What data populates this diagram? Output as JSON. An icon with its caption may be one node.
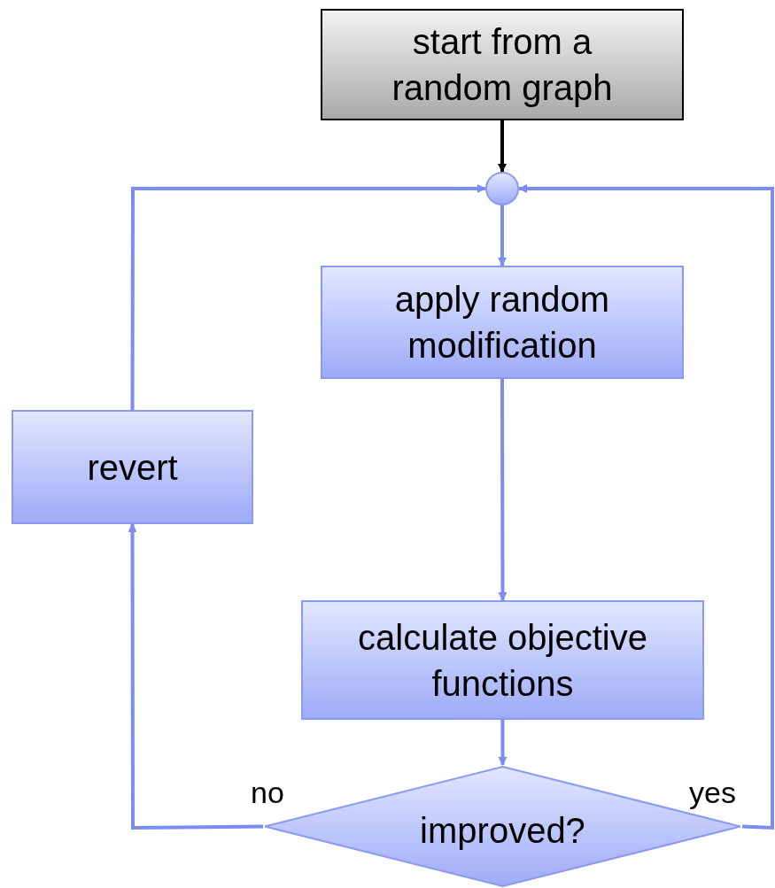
{
  "diagram": {
    "nodes": [
      {
        "text": [
          "start from a random graph"
        ]
      },
      {
        "text": [],
        "shape": "circle"
      },
      {
        "text": [
          "apply random modification"
        ]
      },
      {
        "text": [
          "revert"
        ]
      },
      {
        "text": [
          "calculate objective functions"
        ]
      },
      {
        "text": [
          "improved?"
        ]
      }
    ],
    "edges": [
      {
        "from": 0,
        "to": 1,
        "arrow": "to",
        "color": "#000000"
      },
      {
        "from": 1,
        "to": 2,
        "arrow": "to"
      },
      {
        "from": 2,
        "to": 4,
        "arrow": "to"
      },
      {
        "from": 4,
        "to": 5,
        "arrow": "to"
      },
      {
        "from": 5,
        "to": 3,
        "arrow": "to",
        "label": "no"
      },
      {
        "from": 3,
        "to": 1,
        "arrow": "to"
      },
      {
        "from": 5,
        "to": 1,
        "arrow": "to",
        "label": "yes"
      }
    ]
  }
}
